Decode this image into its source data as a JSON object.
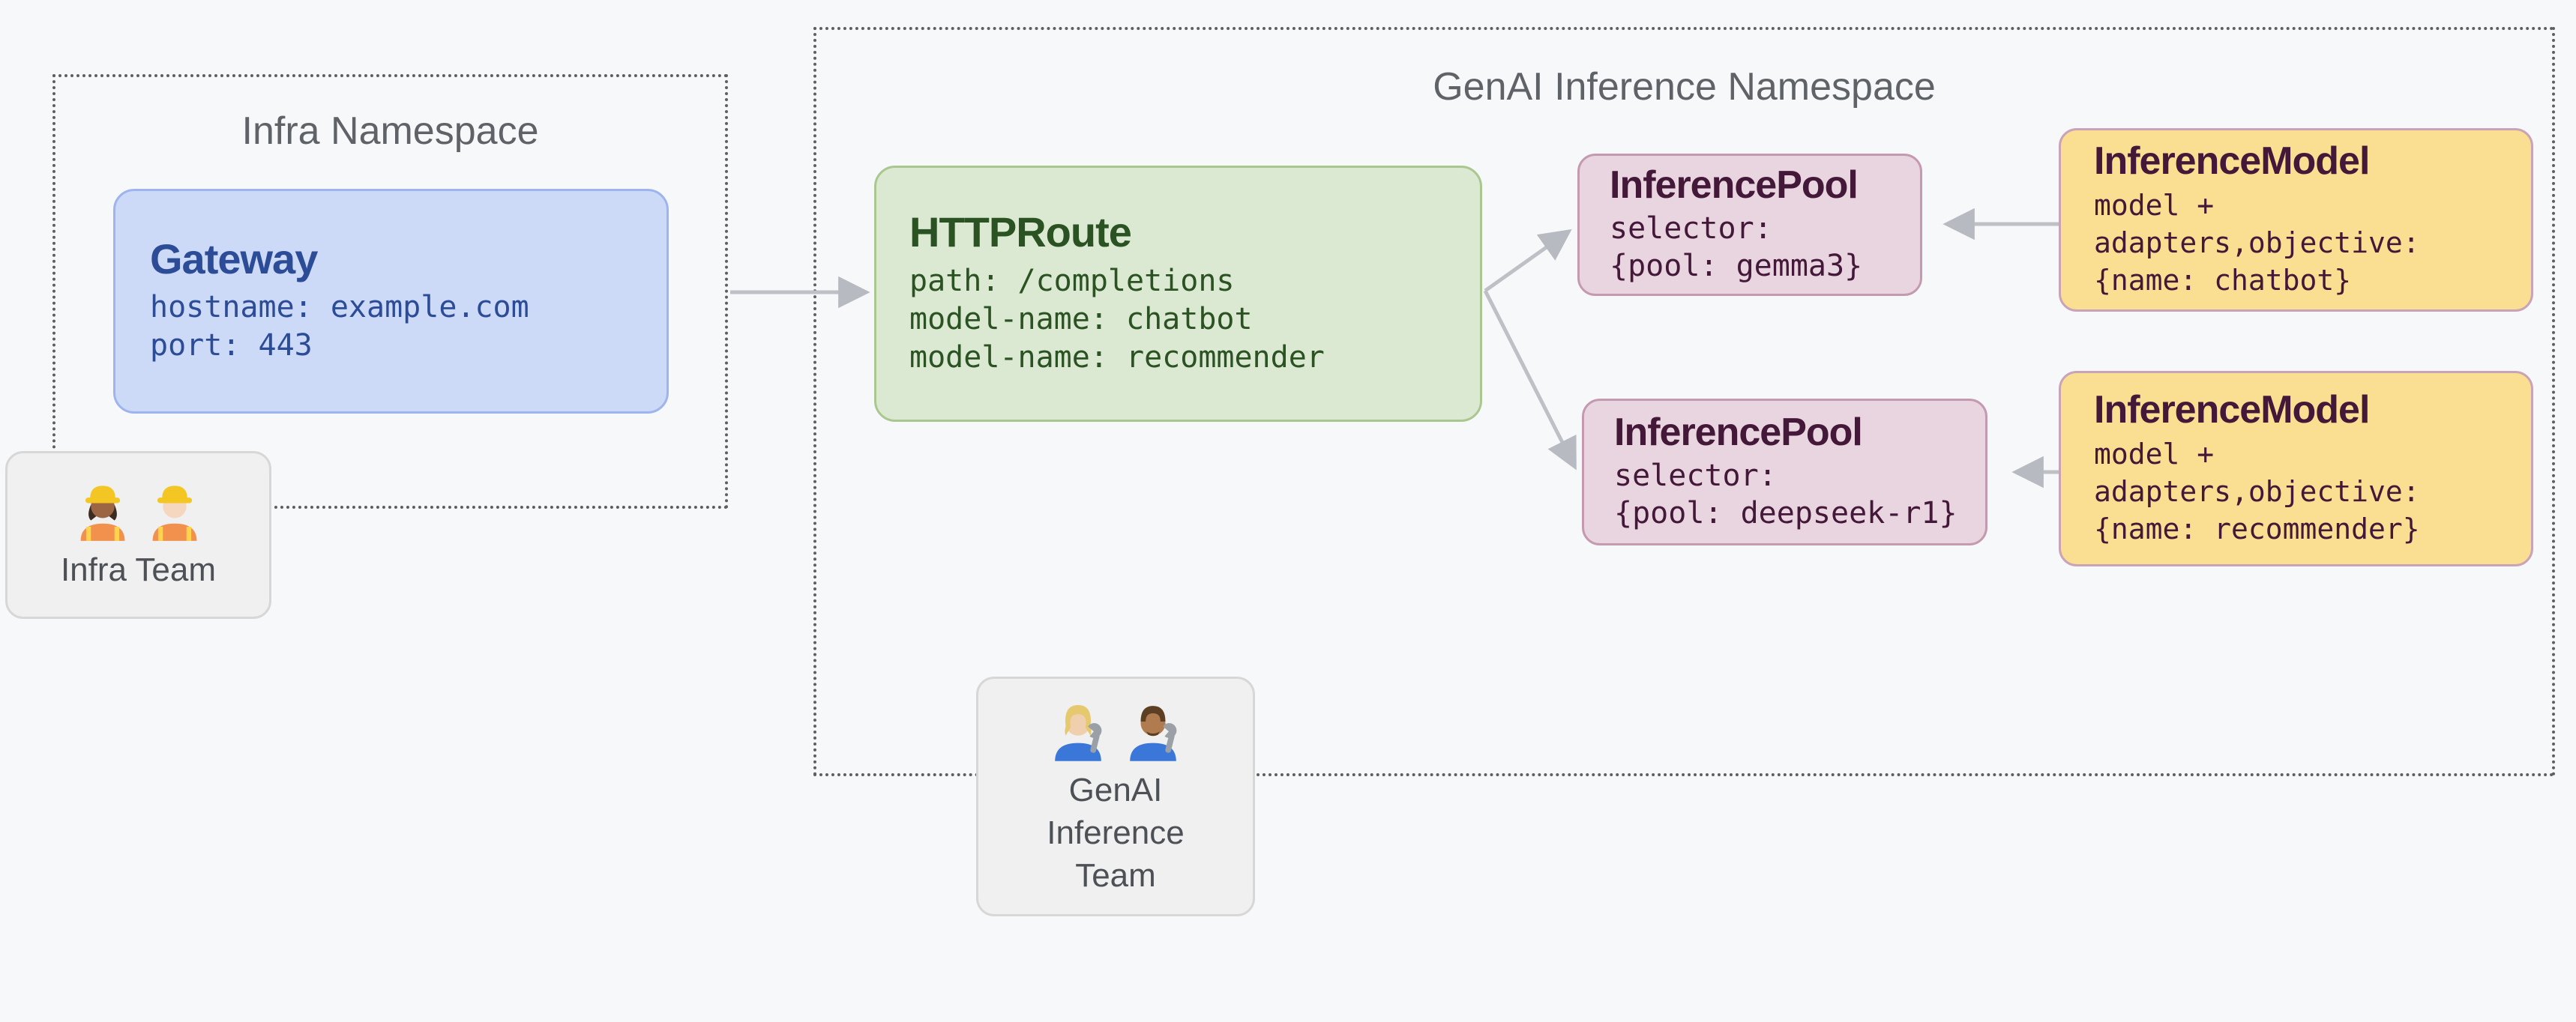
{
  "namespaces": {
    "infra": {
      "title": "Infra Namespace"
    },
    "genai": {
      "title": "GenAI Inference Namespace"
    }
  },
  "nodes": {
    "gateway": {
      "title": "Gateway",
      "lines": [
        "hostname: example.com",
        "port: 443"
      ]
    },
    "httproute": {
      "title": "HTTPRoute",
      "lines": [
        "path: /completions",
        "model-name: chatbot",
        "model-name: recommender"
      ]
    },
    "inferencepool_gemma3": {
      "title": "InferencePool",
      "lines": [
        "selector:",
        "{pool: gemma3}"
      ]
    },
    "inferencepool_deepseek_r1": {
      "title": "InferencePool",
      "lines": [
        "selector:",
        "{pool: deepseek-r1}"
      ]
    },
    "inferencemodel_chatbot": {
      "title": "InferenceModel",
      "lines": [
        "model +",
        "adapters,objective:",
        "{name: chatbot}"
      ]
    },
    "inferencemodel_recommender": {
      "title": "InferenceModel",
      "lines": [
        "model +",
        "adapters,objective:",
        "{name: recommender}"
      ]
    }
  },
  "teams": {
    "infra": {
      "label": "Infra Team",
      "member_icons": [
        "woman-construction-worker-icon",
        "man-construction-worker-icon"
      ]
    },
    "genai": {
      "label": "GenAI Inference Team",
      "member_icons": [
        "woman-mechanic-icon",
        "man-mechanic-icon"
      ]
    }
  },
  "edges": [
    {
      "from": "gateway",
      "to": "httproute"
    },
    {
      "from": "httproute",
      "to": "inferencepool_gemma3"
    },
    {
      "from": "httproute",
      "to": "inferencepool_deepseek_r1"
    },
    {
      "from": "inferencemodel_chatbot",
      "to": "inferencepool_gemma3"
    },
    {
      "from": "inferencemodel_recommender",
      "to": "inferencepool_deepseek_r1"
    }
  ],
  "colors": {
    "background": "#f7f8fa",
    "namespace_border": "#5f5f5f",
    "namespace_title": "#5f6368",
    "gateway_fill": "#ccd9f7",
    "gateway_border": "#9eb4ee",
    "gateway_text": "#2c4c97",
    "httproute_fill": "#dbe9d2",
    "httproute_border": "#a9c78f",
    "httproute_text": "#2b5222",
    "inferencepool_fill": "#e9d5df",
    "inferencepool_border": "#c49ab1",
    "inferencepool_text": "#431838",
    "inferencemodel_fill": "#fadf92",
    "inferencemodel_border": "#c9a3b8",
    "inferencemodel_text": "#431838",
    "team_fill": "#f0f0f1",
    "team_border": "#d7d7d7",
    "team_text": "#4d5156",
    "arrow": "#bdc0c5"
  }
}
